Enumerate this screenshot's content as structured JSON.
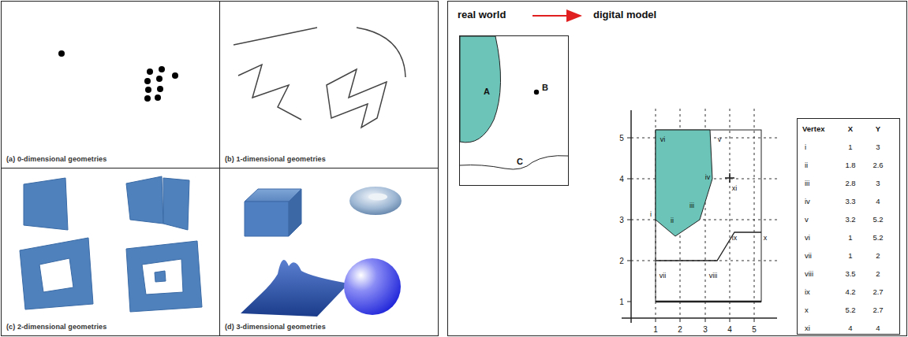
{
  "diagram": {
    "nodes": [
      {
        "text": [
          "(a) 0-dimensional geometries"
        ]
      },
      {
        "text": [
          "(b) 1-dimensional geometries"
        ]
      },
      {
        "text": [
          "(c) 2-dimensional geometries"
        ]
      },
      {
        "text": [
          "(d) 3-dimensional geometries"
        ]
      },
      {
        "text": [
          "A",
          "B",
          "C"
        ]
      }
    ],
    "labels": [
      "real world",
      "digital model",
      "5",
      "4",
      "3",
      "2",
      "1",
      "1",
      "2",
      "3",
      "4",
      "5",
      "i",
      "ii",
      "iii",
      "iv",
      "v",
      "vi",
      "vii",
      "viii",
      "ix",
      "x",
      "xi",
      "Vertex",
      "X",
      "Y",
      "i",
      "1",
      "3",
      "ii",
      "1.8",
      "2.6",
      "iii",
      "2.8",
      "3",
      "iv",
      "3.3",
      "4",
      "v",
      "3.2",
      "5.2",
      "vi",
      "1",
      "5.2",
      "vii",
      "1",
      "2",
      "viii",
      "3.5",
      "2",
      "ix",
      "4.2",
      "2.7",
      "x",
      "5.2",
      "2.7",
      "xi",
      "4",
      "4"
    ]
  }
}
